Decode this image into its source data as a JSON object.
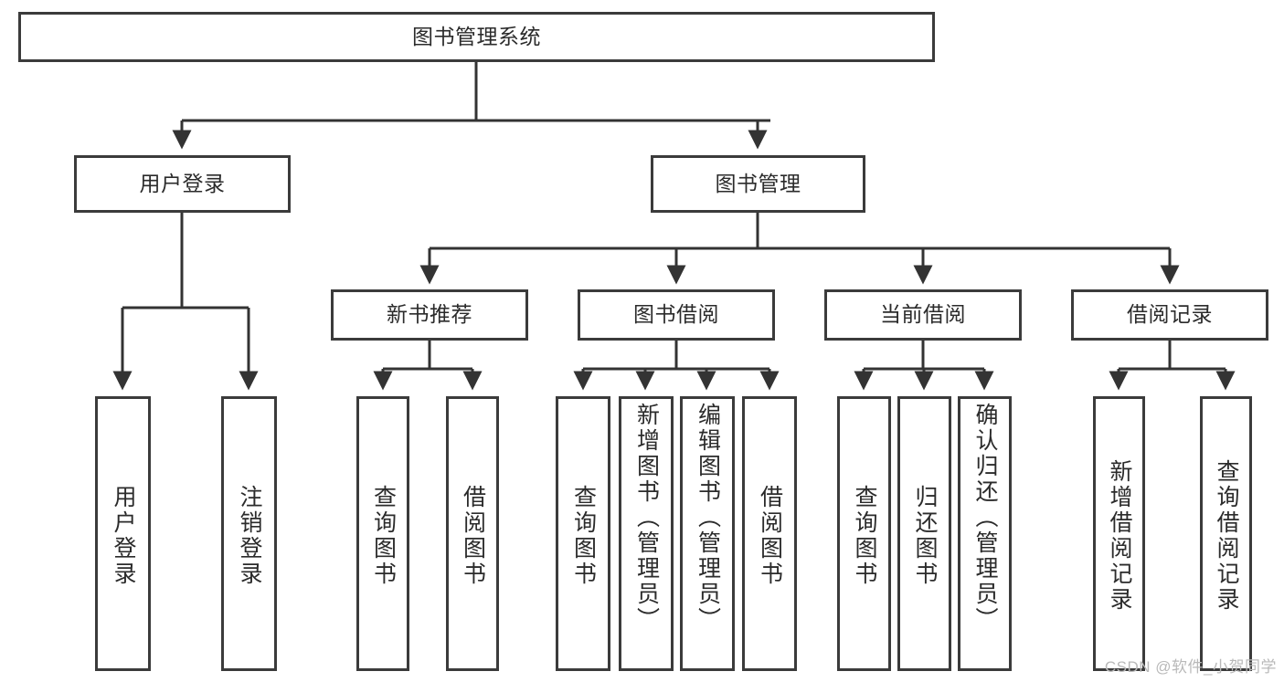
{
  "diagram": {
    "title": "图书管理系统",
    "type": "tree-hierarchy-diagram",
    "watermark": "CSDN @软件_小贺同学",
    "colors": {
      "box_border": "#3b3b3b",
      "box_fill": "#ffffff",
      "connector": "#333333",
      "text": "#2b2b2b",
      "watermark": "#b9b9b9",
      "background": "#ffffff"
    },
    "root": {
      "label": "图书管理系统"
    },
    "level2": [
      {
        "id": "user-login",
        "label": "用户登录"
      },
      {
        "id": "book-management",
        "label": "图书管理"
      }
    ],
    "level3": [
      {
        "id": "new-book-recommend",
        "label": "新书推荐",
        "parent": "book-management"
      },
      {
        "id": "book-borrow",
        "label": "图书借阅",
        "parent": "book-management"
      },
      {
        "id": "current-borrow",
        "label": "当前借阅",
        "parent": "book-management"
      },
      {
        "id": "borrow-record",
        "label": "借阅记录",
        "parent": "book-management"
      }
    ],
    "leaves": [
      {
        "id": "leaf-user-login",
        "label": "用户登录",
        "parent": "user-login"
      },
      {
        "id": "leaf-logout-login",
        "label": "注销登录",
        "parent": "user-login"
      },
      {
        "id": "leaf-query-book-1",
        "label": "查询图书",
        "parent": "new-book-recommend"
      },
      {
        "id": "leaf-borrow-book-1",
        "label": "借阅图书",
        "parent": "new-book-recommend"
      },
      {
        "id": "leaf-query-book-2",
        "label": "查询图书",
        "parent": "book-borrow"
      },
      {
        "id": "leaf-add-book",
        "label": "新增图书（管理员）",
        "parent": "book-borrow"
      },
      {
        "id": "leaf-edit-book",
        "label": "编辑图书（管理员）",
        "parent": "book-borrow"
      },
      {
        "id": "leaf-borrow-book-2",
        "label": "借阅图书",
        "parent": "book-borrow"
      },
      {
        "id": "leaf-query-book-3",
        "label": "查询图书",
        "parent": "current-borrow"
      },
      {
        "id": "leaf-return-book",
        "label": "归还图书",
        "parent": "current-borrow"
      },
      {
        "id": "leaf-confirm-return",
        "label": "确认归还（管理员）",
        "parent": "current-borrow"
      },
      {
        "id": "leaf-add-record",
        "label": "新增借阅记录",
        "parent": "borrow-record"
      },
      {
        "id": "leaf-query-record",
        "label": "查询借阅记录",
        "parent": "borrow-record"
      }
    ]
  }
}
